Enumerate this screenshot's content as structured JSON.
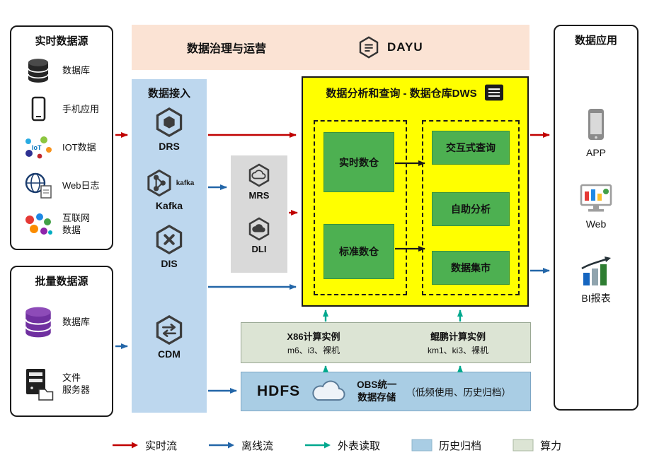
{
  "panels": {
    "realtime": {
      "title": "实时数据源",
      "items": [
        {
          "label": "数据库",
          "icon": "database-icon"
        },
        {
          "label": "手机应用",
          "icon": "phone-icon"
        },
        {
          "label": "IOT数据",
          "icon": "iot-icon"
        },
        {
          "label": "Web日志",
          "icon": "web-log-icon"
        },
        {
          "label": "互联网\n数据",
          "icon": "internet-data-icon"
        }
      ]
    },
    "batch": {
      "title": "批量数据源",
      "items": [
        {
          "label": "数据库",
          "icon": "database-purple-icon"
        },
        {
          "label": "文件\n服务器",
          "icon": "file-server-icon"
        }
      ]
    },
    "apps": {
      "title": "数据应用",
      "items": [
        {
          "label": "APP",
          "icon": "app-phone-icon"
        },
        {
          "label": "Web",
          "icon": "web-monitor-icon"
        },
        {
          "label": "BI报表",
          "icon": "bi-report-icon"
        }
      ]
    }
  },
  "governance": {
    "title": "数据治理与运营",
    "logo_text": "DAYU",
    "logo_icon": "dayu-hexagon-icon"
  },
  "data_access": {
    "title": "数据接入",
    "services": [
      {
        "name": "DRS",
        "icon": "drs-hexagon-icon"
      },
      {
        "name": "Kafka",
        "icon": "kafka-hexagon-icon",
        "logo_text": "kafka"
      },
      {
        "name": "DIS",
        "icon": "dis-hexagon-icon"
      },
      {
        "name": "CDM",
        "icon": "cdm-hexagon-icon"
      }
    ]
  },
  "staging": {
    "services": [
      {
        "name": "MRS",
        "icon": "mrs-hexagon-icon"
      },
      {
        "name": "DLI",
        "icon": "dli-hexagon-icon"
      }
    ]
  },
  "dws": {
    "title": "数据分析和查询 - 数据仓库DWS",
    "title_icon": "dws-warehouse-icon",
    "left_modules": [
      "实时数仓",
      "标准数仓"
    ],
    "right_modules": [
      "交互式查询",
      "自助分析",
      "数据集市"
    ]
  },
  "compute": {
    "x86": {
      "title": "X86计算实例",
      "models": "m6、i3、裸机"
    },
    "kunpeng": {
      "title": "鲲鹏计算实例",
      "models": "km1、ki3、裸机"
    }
  },
  "storage": {
    "hdfs": "HDFS",
    "cloud_icon": "obs-cloud-icon",
    "obs_line1": "OBS统一",
    "obs_line2": "数据存储",
    "note": "（低频使用、历史归档）"
  },
  "legend": {
    "realtime_flow": {
      "label": "实时流",
      "color": "#c00000"
    },
    "offline_flow": {
      "label": "离线流",
      "color": "#2366a8"
    },
    "external_read": {
      "label": "外表读取",
      "color": "#00a88e"
    },
    "history_archive": {
      "label": "历史归档",
      "color": "#a9cde4"
    },
    "compute_power": {
      "label": "算力",
      "color": "#dce4d4"
    }
  },
  "colors": {
    "governance_bg": "#fbe3d4",
    "access_bg": "#bdd7ee",
    "staging_bg": "#d9d9d9",
    "dws_bg": "#ffff00",
    "module_green": "#4db051",
    "compute_bg": "#dce4d4",
    "storage_bg": "#a9cde4"
  }
}
